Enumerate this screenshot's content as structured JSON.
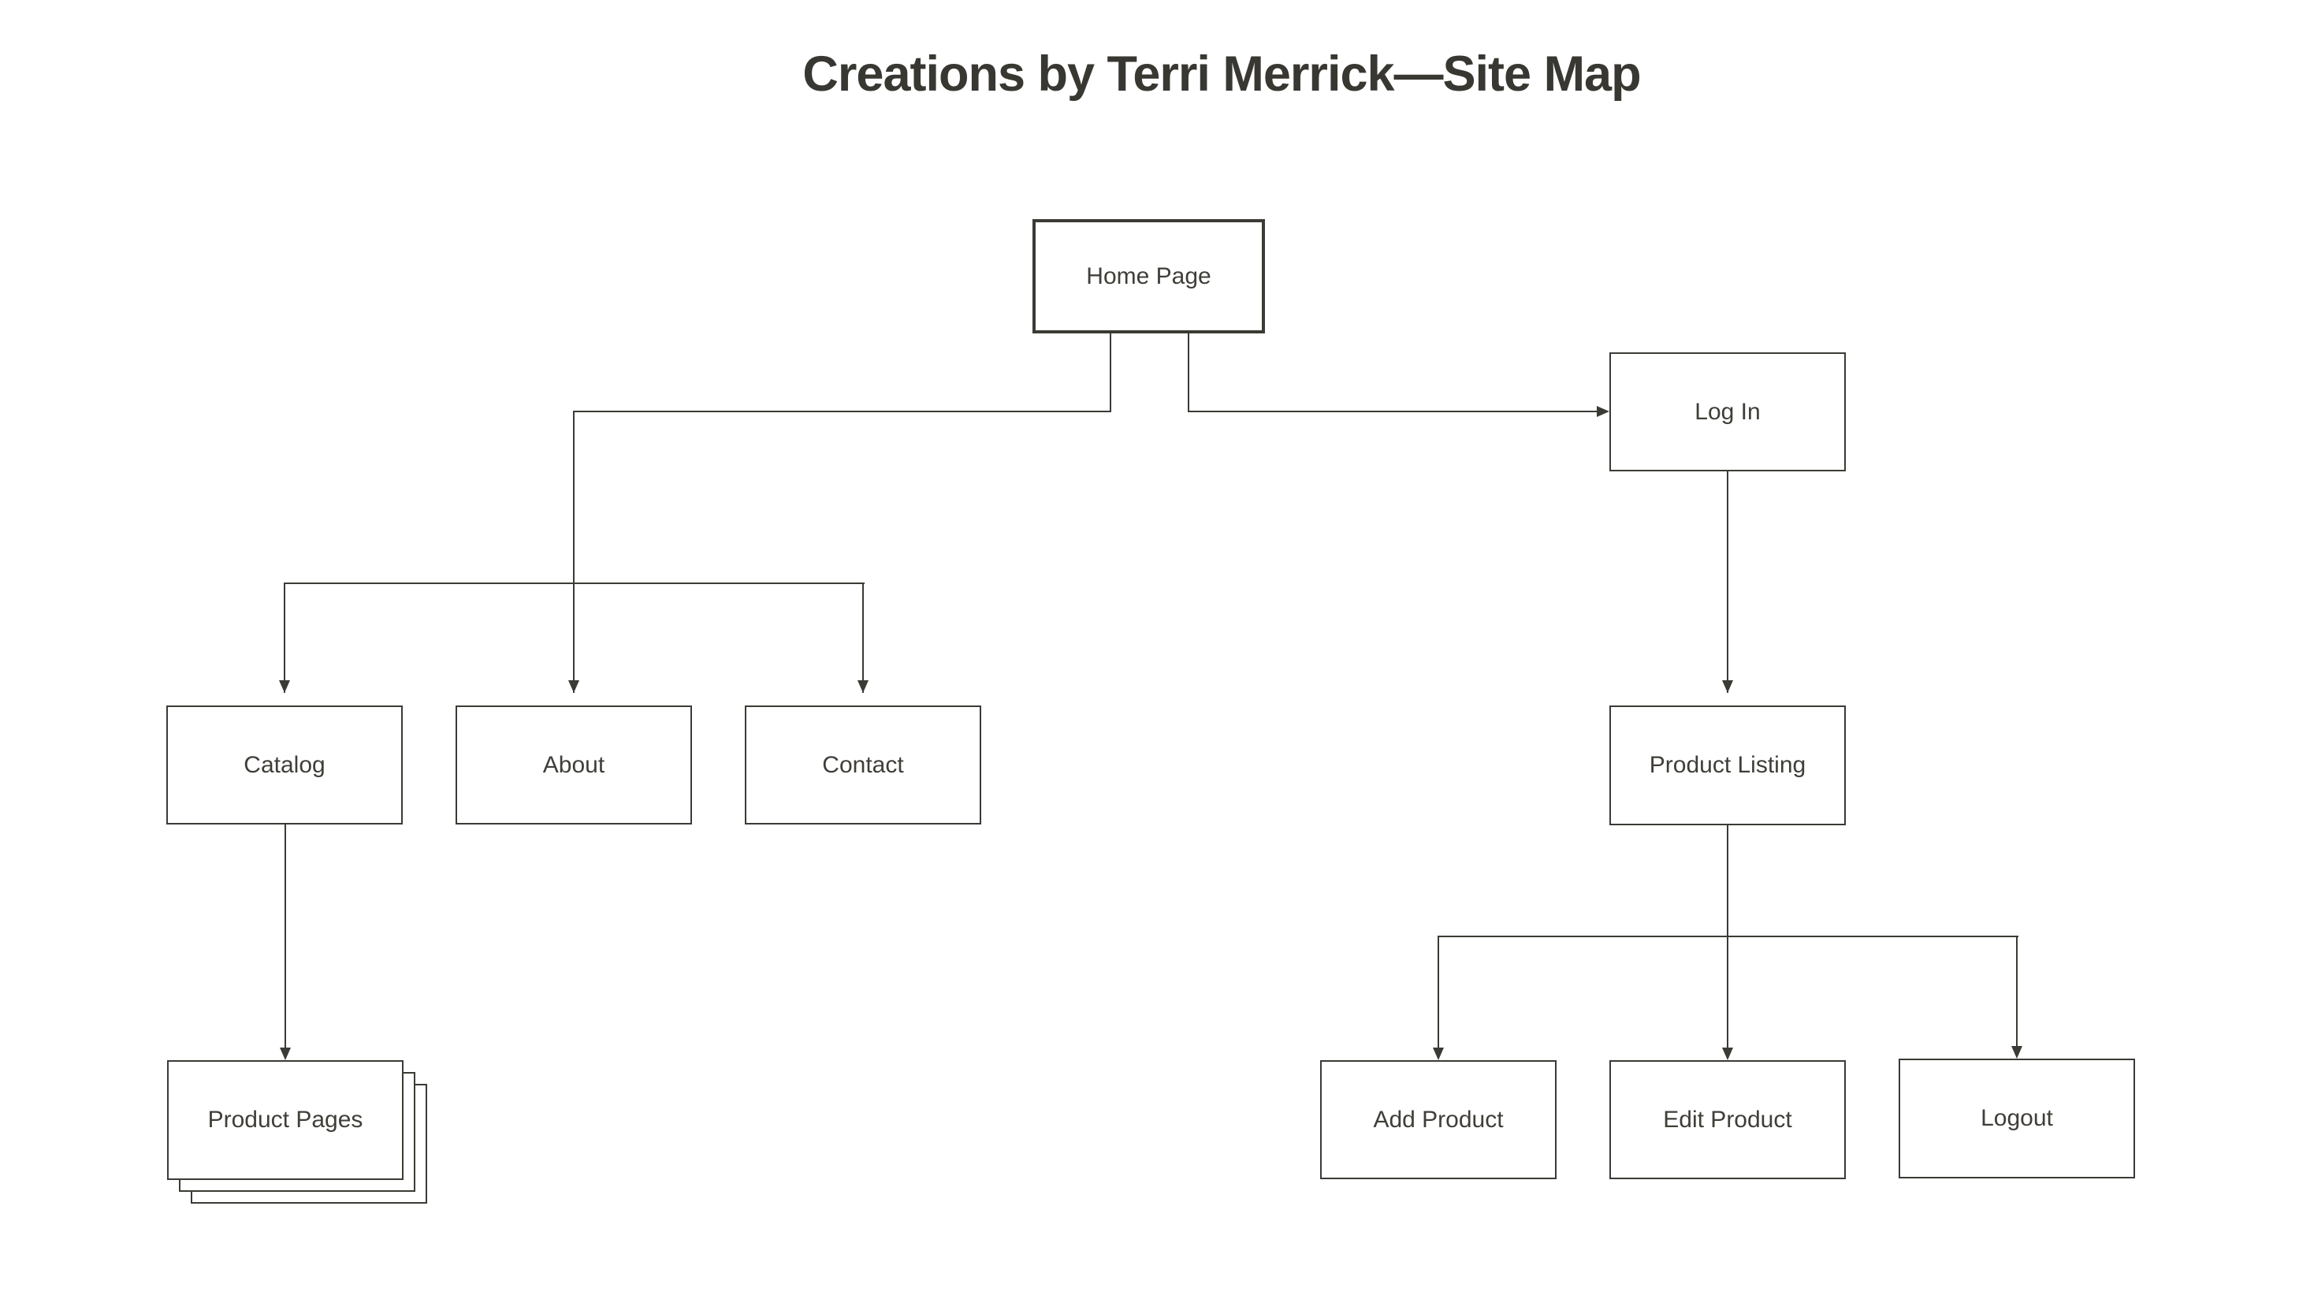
{
  "title": "Creations by Terri Merrick—Site Map",
  "colors": {
    "line": "#3b3a34",
    "text": "#403e38",
    "title": "#383732",
    "bg": "#ffffff"
  },
  "nodes": {
    "home": {
      "label": "Home Page"
    },
    "login": {
      "label": "Log In"
    },
    "catalog": {
      "label": "Catalog"
    },
    "about": {
      "label": "About"
    },
    "contact": {
      "label": "Contact"
    },
    "product_listing": {
      "label": "Product Listing"
    },
    "product_pages": {
      "label": "Product Pages"
    },
    "add_product": {
      "label": "Add Product"
    },
    "edit_product": {
      "label": "Edit Product"
    },
    "logout": {
      "label": "Logout"
    }
  }
}
